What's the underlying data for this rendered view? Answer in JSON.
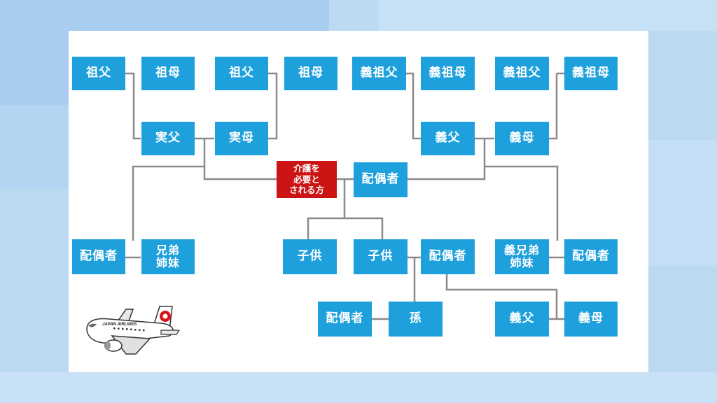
{
  "colors": {
    "node_fill": "#1ea0dc",
    "subject_fill": "#cc1414",
    "line": "#8a8a8a",
    "card": "#ffffff",
    "background": "#bcd9f2"
  },
  "tree": {
    "grandfather_paternal": "祖父",
    "grandmother_paternal": "祖母",
    "grandfather_maternal": "祖父",
    "grandmother_maternal": "祖母",
    "inlaw_grandfather_1": "義祖父",
    "inlaw_grandmother_1": "義祖母",
    "inlaw_grandfather_2": "義祖父",
    "inlaw_grandmother_2": "義祖母",
    "father": "実父",
    "mother": "実母",
    "father_in_law": "義父",
    "mother_in_law": "義母",
    "subject": "介護を\n必要と\nされる方",
    "spouse": "配偶者",
    "sibling_spouse": "配偶者",
    "siblings": "兄弟\n姉妹",
    "child_1": "子供",
    "child_2": "子供",
    "child_spouse": "配偶者",
    "inlaw_siblings": "義兄弟\n姉妹",
    "inlaw_sibling_spouse": "配偶者",
    "grandchild_spouse": "配偶者",
    "grandchild": "孫",
    "child_spouse_father": "義父",
    "child_spouse_mother": "義母"
  },
  "illustration": {
    "type": "airplane-icon",
    "label": "JAPAN AIRLINES"
  }
}
